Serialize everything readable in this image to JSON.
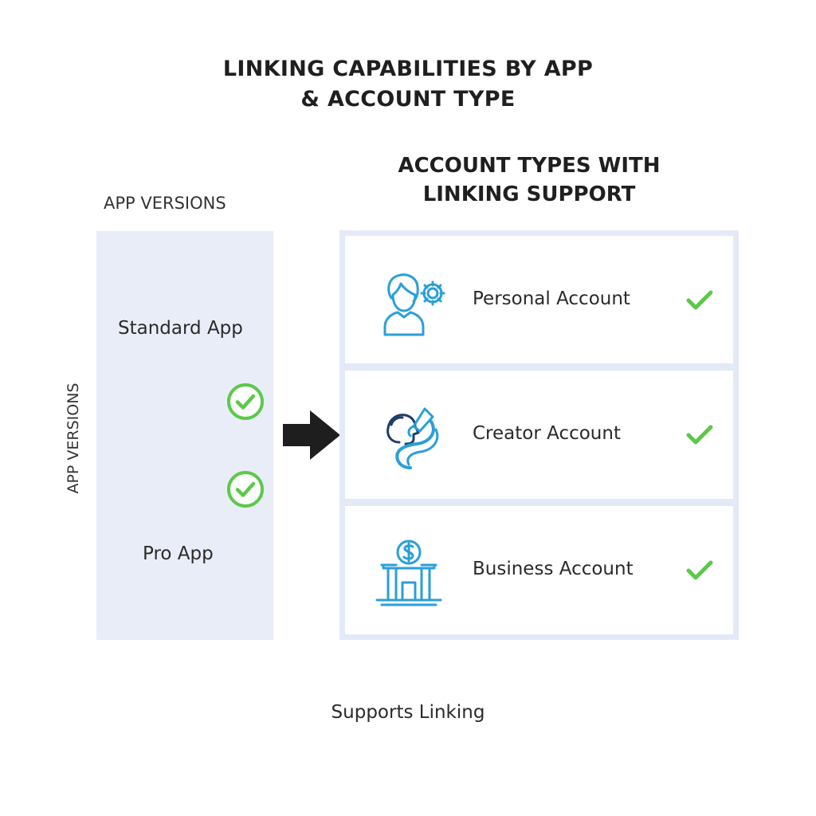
{
  "title": {
    "line1": "LINKING CAPABILITIES BY APP",
    "line2": "& ACCOUNT TYPE"
  },
  "left_heading": "APP VERSIONS",
  "vertical_label": "APP VERSIONS",
  "right_heading": {
    "line1": "ACCOUNT TYPES WITH",
    "line2": "LINKING SUPPORT"
  },
  "apps": [
    {
      "label": "Standard App",
      "supported": true
    },
    {
      "label": "Pro App",
      "supported": true
    }
  ],
  "accounts": [
    {
      "label": "Personal Account",
      "icon": "person-gear-icon",
      "supported": true
    },
    {
      "label": "Creator Account",
      "icon": "creator-brush-icon",
      "supported": true
    },
    {
      "label": "Business Account",
      "icon": "bank-dollar-icon",
      "supported": true
    }
  ],
  "footer_caption": "Supports Linking",
  "colors": {
    "check_green": "#5cc84a",
    "icon_blue": "#2a9fd8",
    "icon_navy": "#1d3f68",
    "panel_left": "#e9edf8",
    "panel_right": "#e4e9f7",
    "arrow": "#1e1e1e"
  }
}
